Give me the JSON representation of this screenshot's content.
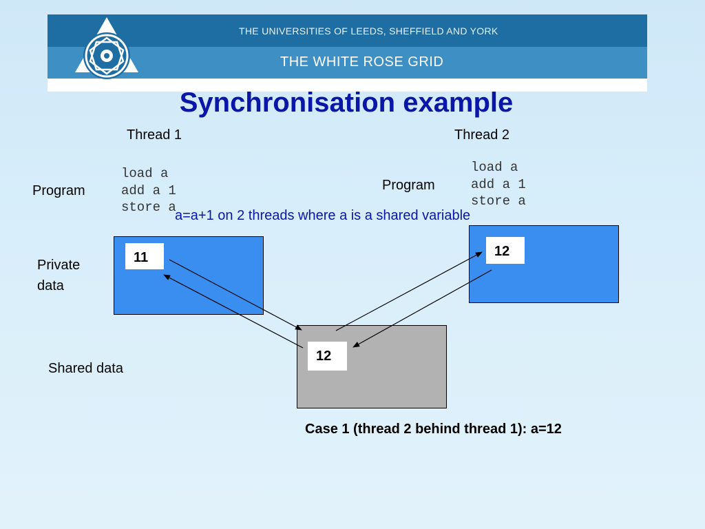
{
  "banner": {
    "line1": "THE UNIVERSITIES OF LEEDS, SHEFFIELD AND YORK",
    "line2": "THE WHITE ROSE GRID",
    "logo_icon": "white-rose-logo-icon"
  },
  "title": "Synchronisation example",
  "thread1": {
    "header": "Thread 1",
    "program_label": "Program",
    "code": "load a\nadd a 1\nstore a",
    "private_label": "Private\ndata",
    "private_value": "11"
  },
  "thread2": {
    "header": "Thread 2",
    "program_label": "Program",
    "code": "load a\nadd a 1\nstore a",
    "private_value": "12"
  },
  "note": "a=a+1 on 2 threads where a is a shared variable",
  "shared": {
    "label": "Shared data",
    "value": "12"
  },
  "caption": "Case 1 (thread 2 behind thread 1): a=12",
  "colors": {
    "title": "#0a16a8",
    "private_box": "#3a8ef0",
    "shared_box": "#b2b2b2",
    "banner_dark": "#1f6ea3",
    "banner_light": "#3d8fc4"
  }
}
